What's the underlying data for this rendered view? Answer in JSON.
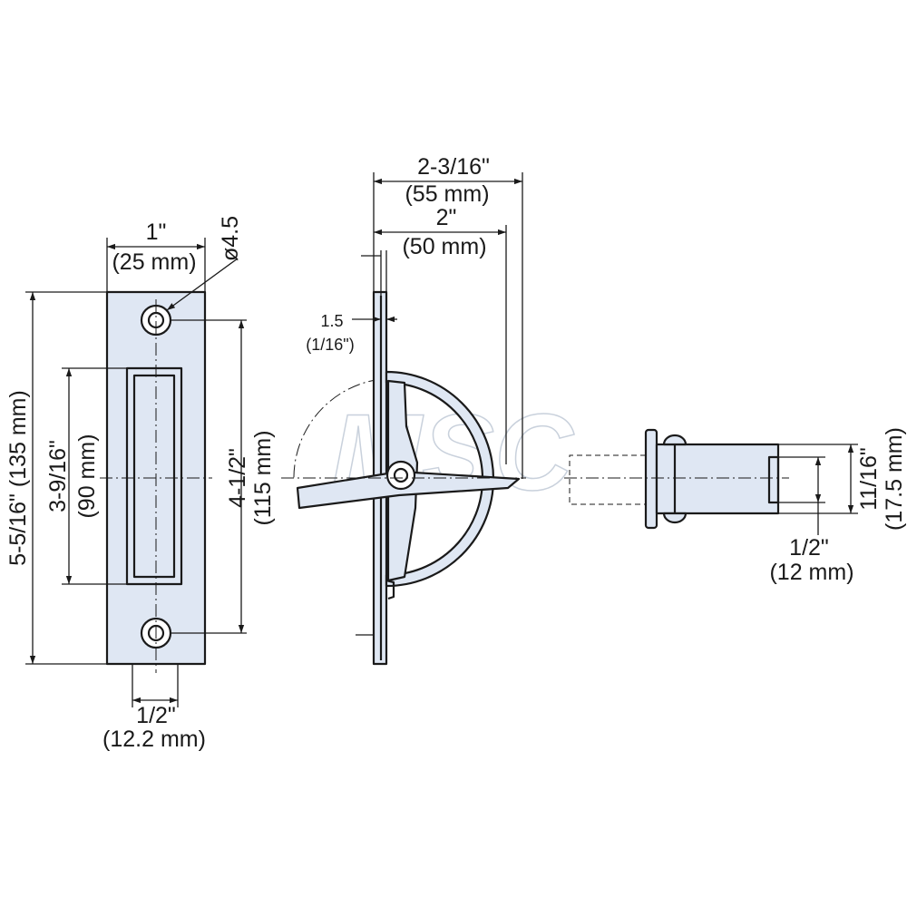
{
  "watermark": "MSC",
  "colors": {
    "line": "#1a1a1a",
    "fill": "#dfe7f3",
    "background": "#ffffff"
  },
  "front_view": {
    "width_in": "1\"",
    "width_mm": "(25 mm)",
    "hole_dia": "ø4.5",
    "height_in": "5-5/16\" (135 mm)",
    "slot_in": "3-9/16\"",
    "slot_mm": "(90 mm)",
    "hole_pitch_in": "4-1/2\"",
    "hole_pitch_mm": "(115 mm)",
    "slot_width_in": "1/2\"",
    "slot_width_mm": "(12.2 mm)"
  },
  "side_view": {
    "overall_in": "2-3/16\"",
    "overall_mm": "(55 mm)",
    "depth_in": "2\"",
    "depth_mm": "(50 mm)",
    "plate_mm": "1.5",
    "plate_in": "(1/16\")"
  },
  "end_view": {
    "dia_in": "11/16\"",
    "dia_mm": "(17.5 mm)",
    "neck_in": "1/2\"",
    "neck_mm": "(12 mm)"
  }
}
